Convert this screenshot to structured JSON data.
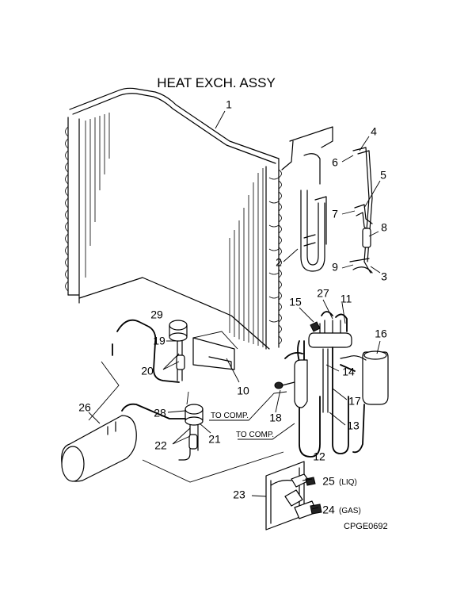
{
  "title": "HEAT EXCH. ASSY",
  "drawing_code": "CPGE0692",
  "notes": {
    "to_comp_1": "TO COMP.",
    "to_comp_2": "TO COMP."
  },
  "callouts": {
    "c1": "1",
    "c2": "2",
    "c3": "3",
    "c4": "4",
    "c5": "5",
    "c6": "6",
    "c7": "7",
    "c8": "8",
    "c9": "9",
    "c10": "10",
    "c11": "11",
    "c12": "12",
    "c13": "13",
    "c14": "14",
    "c15": "15",
    "c16": "16",
    "c17": "17",
    "c18": "18",
    "c19": "19",
    "c20": "20",
    "c21": "21",
    "c22": "22",
    "c23": "23",
    "c24": "24",
    "c25": "25",
    "c26": "26",
    "c27": "27",
    "c28": "28",
    "c29": "29"
  },
  "suffixes": {
    "liq": "(LIQ)",
    "gas": "(GAS)"
  }
}
